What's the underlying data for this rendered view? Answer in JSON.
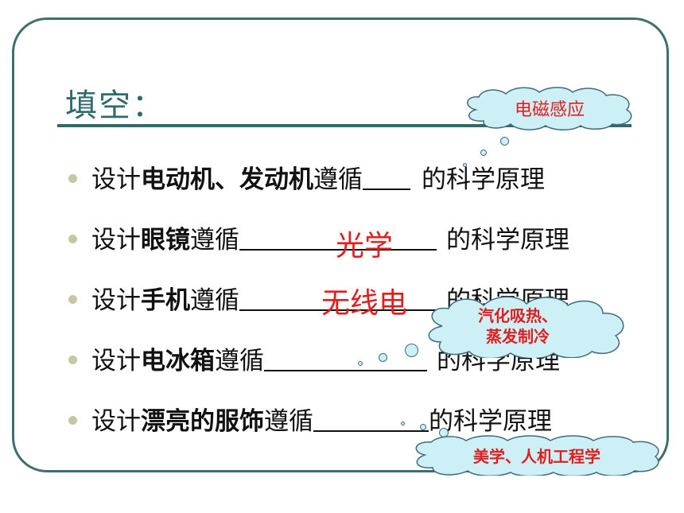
{
  "title": "填空：",
  "rows": [
    {
      "prefix": "设计",
      "bold": "电动机、发动机",
      "verb": "遵循",
      "suffix": "的科学原理"
    },
    {
      "prefix": "设计",
      "bold": "眼镜",
      "verb": "遵循",
      "suffix": "的科学原理"
    },
    {
      "prefix": "设计",
      "bold": "手机",
      "verb": "遵循",
      "suffix": "的科学原理"
    },
    {
      "prefix": "设计",
      "bold": "电冰箱",
      "verb": "遵循",
      "suffix": "的科学原理"
    },
    {
      "prefix": "设计",
      "bold": "漂亮的服饰",
      "verb": "遵循",
      "suffix": "的科学原理"
    }
  ],
  "answers": {
    "optics": "光学",
    "radio": "无线电"
  },
  "callouts": {
    "electromagnetic": "电磁感应",
    "evaporation_line1": "汽化吸热、",
    "evaporation_line2": "蒸发制冷",
    "aesthetics": "美学、人机工程学"
  },
  "colors": {
    "frame": "#3e6f6b",
    "title": "#2f6b6b",
    "answer": "#e21d1d",
    "cloud_fill": "#cdf0f6",
    "cloud_stroke": "#3f6b7d",
    "bullet": "#c7c7a4"
  }
}
